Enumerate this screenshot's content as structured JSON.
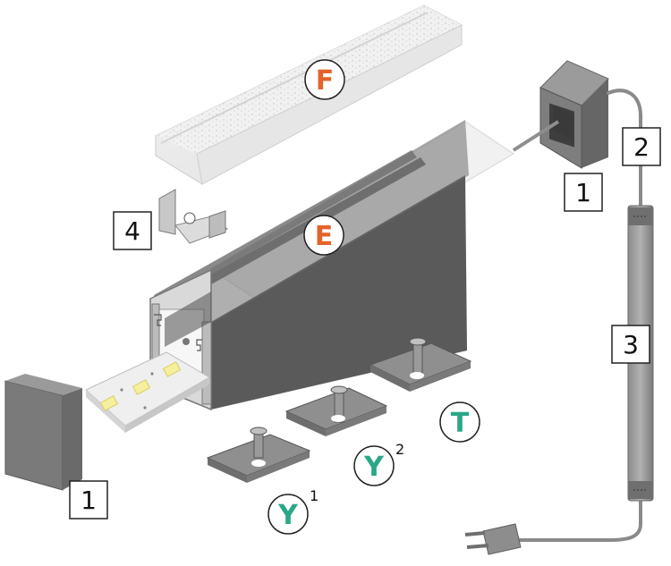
{
  "labels": {
    "cover": "F",
    "profile": "E",
    "mount_a": "Y",
    "mount_a_index": "1",
    "mount_b": "Y",
    "mount_b_index": "2",
    "mount_c": "T",
    "end_cap_right": "1",
    "end_cap_left": "1",
    "cable": "2",
    "power_supply": "3",
    "clip": "4"
  },
  "colors": {
    "orange": "#e4632b",
    "teal": "#2aa787",
    "profile_dark": "#5e5e5e",
    "metal_light": "#b9b9b9"
  }
}
